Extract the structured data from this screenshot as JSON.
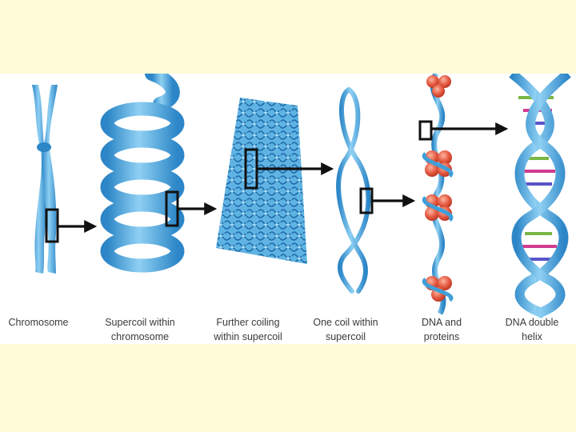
{
  "colors": {
    "slide_background": "#fefbd8",
    "panel_background": "#ffffff",
    "chromatin_blue": "#3f9fd8",
    "histone_red": "#e2553d",
    "marker_box": "#111111",
    "arrow": "#111111"
  },
  "stages": [
    {
      "id": "chromosome",
      "label": "Chromosome"
    },
    {
      "id": "supercoil",
      "label": "Supercoil within\nchromosome"
    },
    {
      "id": "further-coiling",
      "label": "Further coiling\nwithin supercoil"
    },
    {
      "id": "one-coil",
      "label": "One coil within\nsupercoil"
    },
    {
      "id": "dna-proteins",
      "label": "DNA and\nproteins"
    },
    {
      "id": "double-helix",
      "label": "DNA double\nhelix"
    }
  ]
}
